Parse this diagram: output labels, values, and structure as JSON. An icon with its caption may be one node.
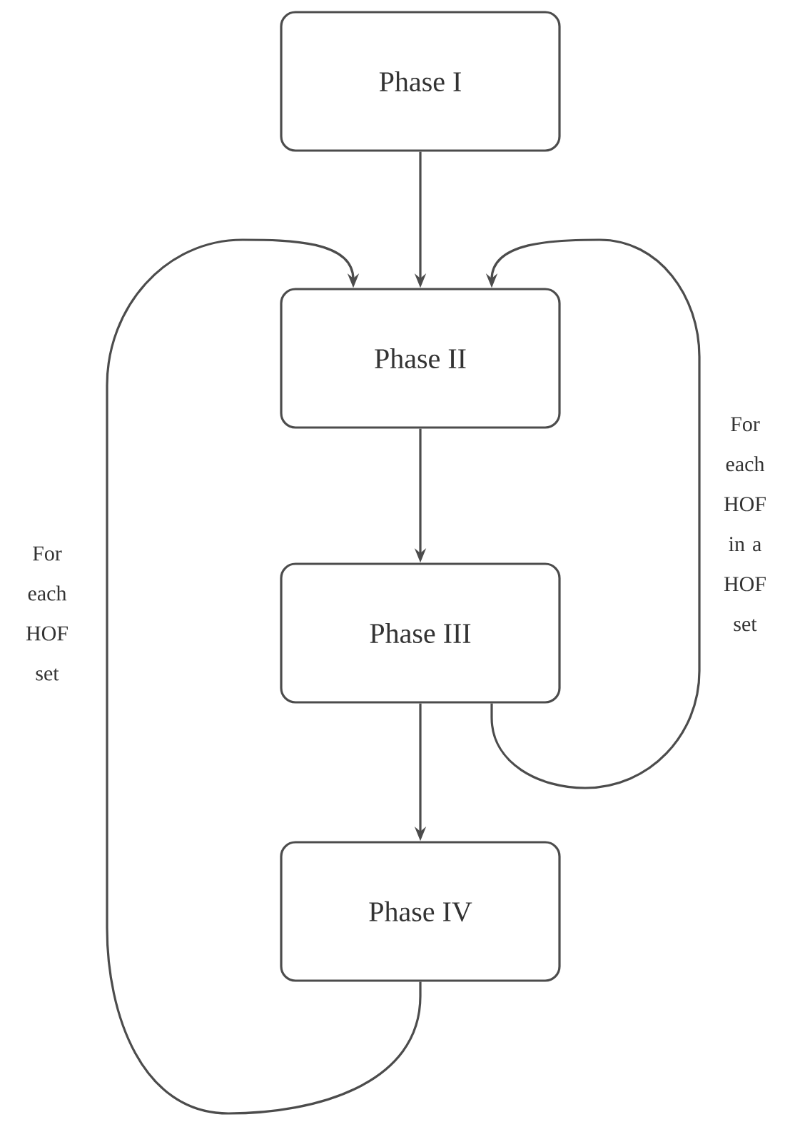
{
  "diagram": {
    "nodes": [
      {
        "text": [
          "Phase I"
        ]
      },
      {
        "text": [
          "Phase II"
        ]
      },
      {
        "text": [
          "Phase III"
        ]
      },
      {
        "text": [
          "Phase IV"
        ]
      }
    ],
    "edges": [
      {
        "from": 0,
        "to": 1,
        "arrow": "to"
      },
      {
        "from": 1,
        "to": 2,
        "arrow": "to"
      },
      {
        "from": 2,
        "to": 3,
        "arrow": "to"
      },
      {
        "from": 2,
        "to": 1,
        "arrow": "to",
        "label": "For each HOF in a HOF set"
      },
      {
        "from": 3,
        "to": 1,
        "arrow": "to",
        "label": "For each HOF set"
      }
    ]
  }
}
